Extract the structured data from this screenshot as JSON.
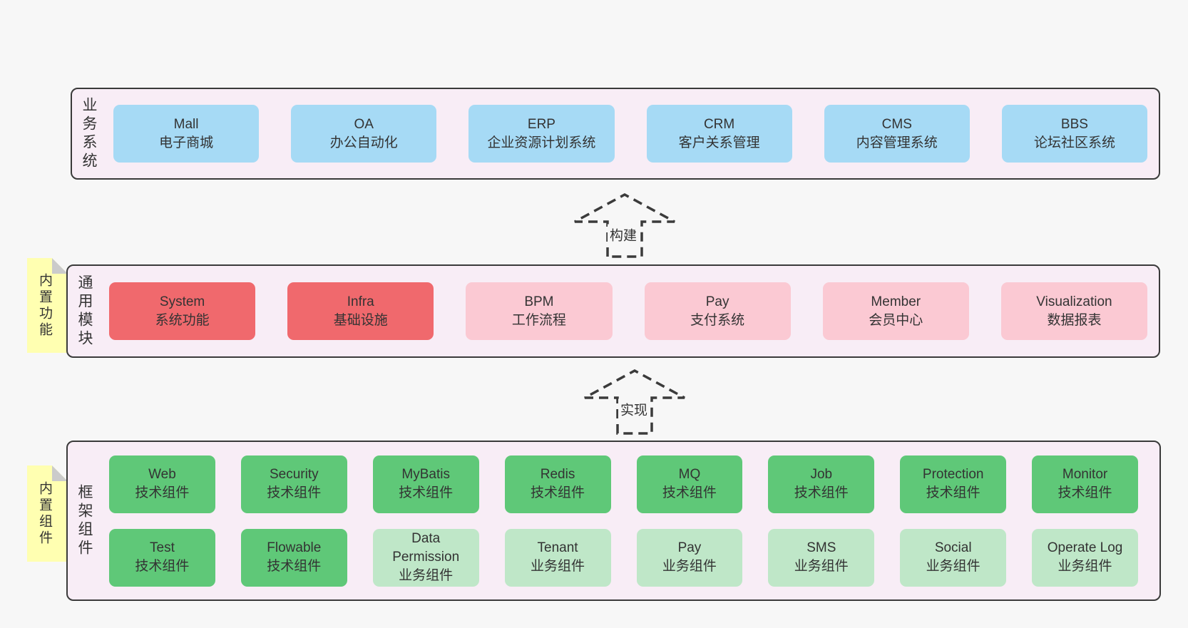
{
  "diagram": {
    "layers": [
      {
        "id": "business-systems",
        "label": "业务系统",
        "note": null,
        "rows": [
          [
            {
              "en": "Mall",
              "zh": "电子商城",
              "variant": "blue"
            },
            {
              "en": "OA",
              "zh": "办公自动化",
              "variant": "blue"
            },
            {
              "en": "ERP",
              "zh": "企业资源计划系统",
              "variant": "blue"
            },
            {
              "en": "CRM",
              "zh": "客户关系管理",
              "variant": "blue"
            },
            {
              "en": "CMS",
              "zh": "内容管理系统",
              "variant": "blue"
            },
            {
              "en": "BBS",
              "zh": "论坛社区系统",
              "variant": "blue"
            }
          ]
        ]
      },
      {
        "id": "common-modules",
        "label": "通用模块",
        "note": "内置功能",
        "rows": [
          [
            {
              "en": "System",
              "zh": "系统功能",
              "variant": "red"
            },
            {
              "en": "Infra",
              "zh": "基础设施",
              "variant": "red"
            },
            {
              "en": "BPM",
              "zh": "工作流程",
              "variant": "pink"
            },
            {
              "en": "Pay",
              "zh": "支付系统",
              "variant": "pink"
            },
            {
              "en": "Member",
              "zh": "会员中心",
              "variant": "pink"
            },
            {
              "en": "Visualization",
              "zh": "数据报表",
              "variant": "pink"
            }
          ]
        ]
      },
      {
        "id": "framework-components",
        "label": "框架组件",
        "note": "内置组件",
        "rows": [
          [
            {
              "en": "Web",
              "zh": "技术组件",
              "variant": "green"
            },
            {
              "en": "Security",
              "zh": "技术组件",
              "variant": "green"
            },
            {
              "en": "MyBatis",
              "zh": "技术组件",
              "variant": "green"
            },
            {
              "en": "Redis",
              "zh": "技术组件",
              "variant": "green"
            },
            {
              "en": "MQ",
              "zh": "技术组件",
              "variant": "green"
            },
            {
              "en": "Job",
              "zh": "技术组件",
              "variant": "green"
            },
            {
              "en": "Protection",
              "zh": "技术组件",
              "variant": "green"
            },
            {
              "en": "Monitor",
              "zh": "技术组件",
              "variant": "green"
            }
          ],
          [
            {
              "en": "Test",
              "zh": "技术组件",
              "variant": "green"
            },
            {
              "en": "Flowable",
              "zh": "技术组件",
              "variant": "green"
            },
            {
              "en": "Data Permission",
              "zh": "业务组件",
              "variant": "lightgreen"
            },
            {
              "en": "Tenant",
              "zh": "业务组件",
              "variant": "lightgreen"
            },
            {
              "en": "Pay",
              "zh": "业务组件",
              "variant": "lightgreen"
            },
            {
              "en": "SMS",
              "zh": "业务组件",
              "variant": "lightgreen"
            },
            {
              "en": "Social",
              "zh": "业务组件",
              "variant": "lightgreen"
            },
            {
              "en": "Operate Log",
              "zh": "业务组件",
              "variant": "lightgreen"
            }
          ]
        ]
      }
    ],
    "arrows": [
      {
        "label": "构建"
      },
      {
        "label": "实现"
      }
    ],
    "colors": {
      "page_bg": "#f7f7f7",
      "band_bg": "#f8edf6",
      "band_border": "#3a3a3a",
      "blue": "#a6daf5",
      "red": "#f0696d",
      "pink": "#fbc9d3",
      "green": "#5fc878",
      "lightgreen": "#bfe7c8",
      "note_yellow": "#ffffb1",
      "note_fold": "#cbcbcb",
      "arrow_stroke": "#3b3b3b",
      "text": "#333333"
    }
  }
}
